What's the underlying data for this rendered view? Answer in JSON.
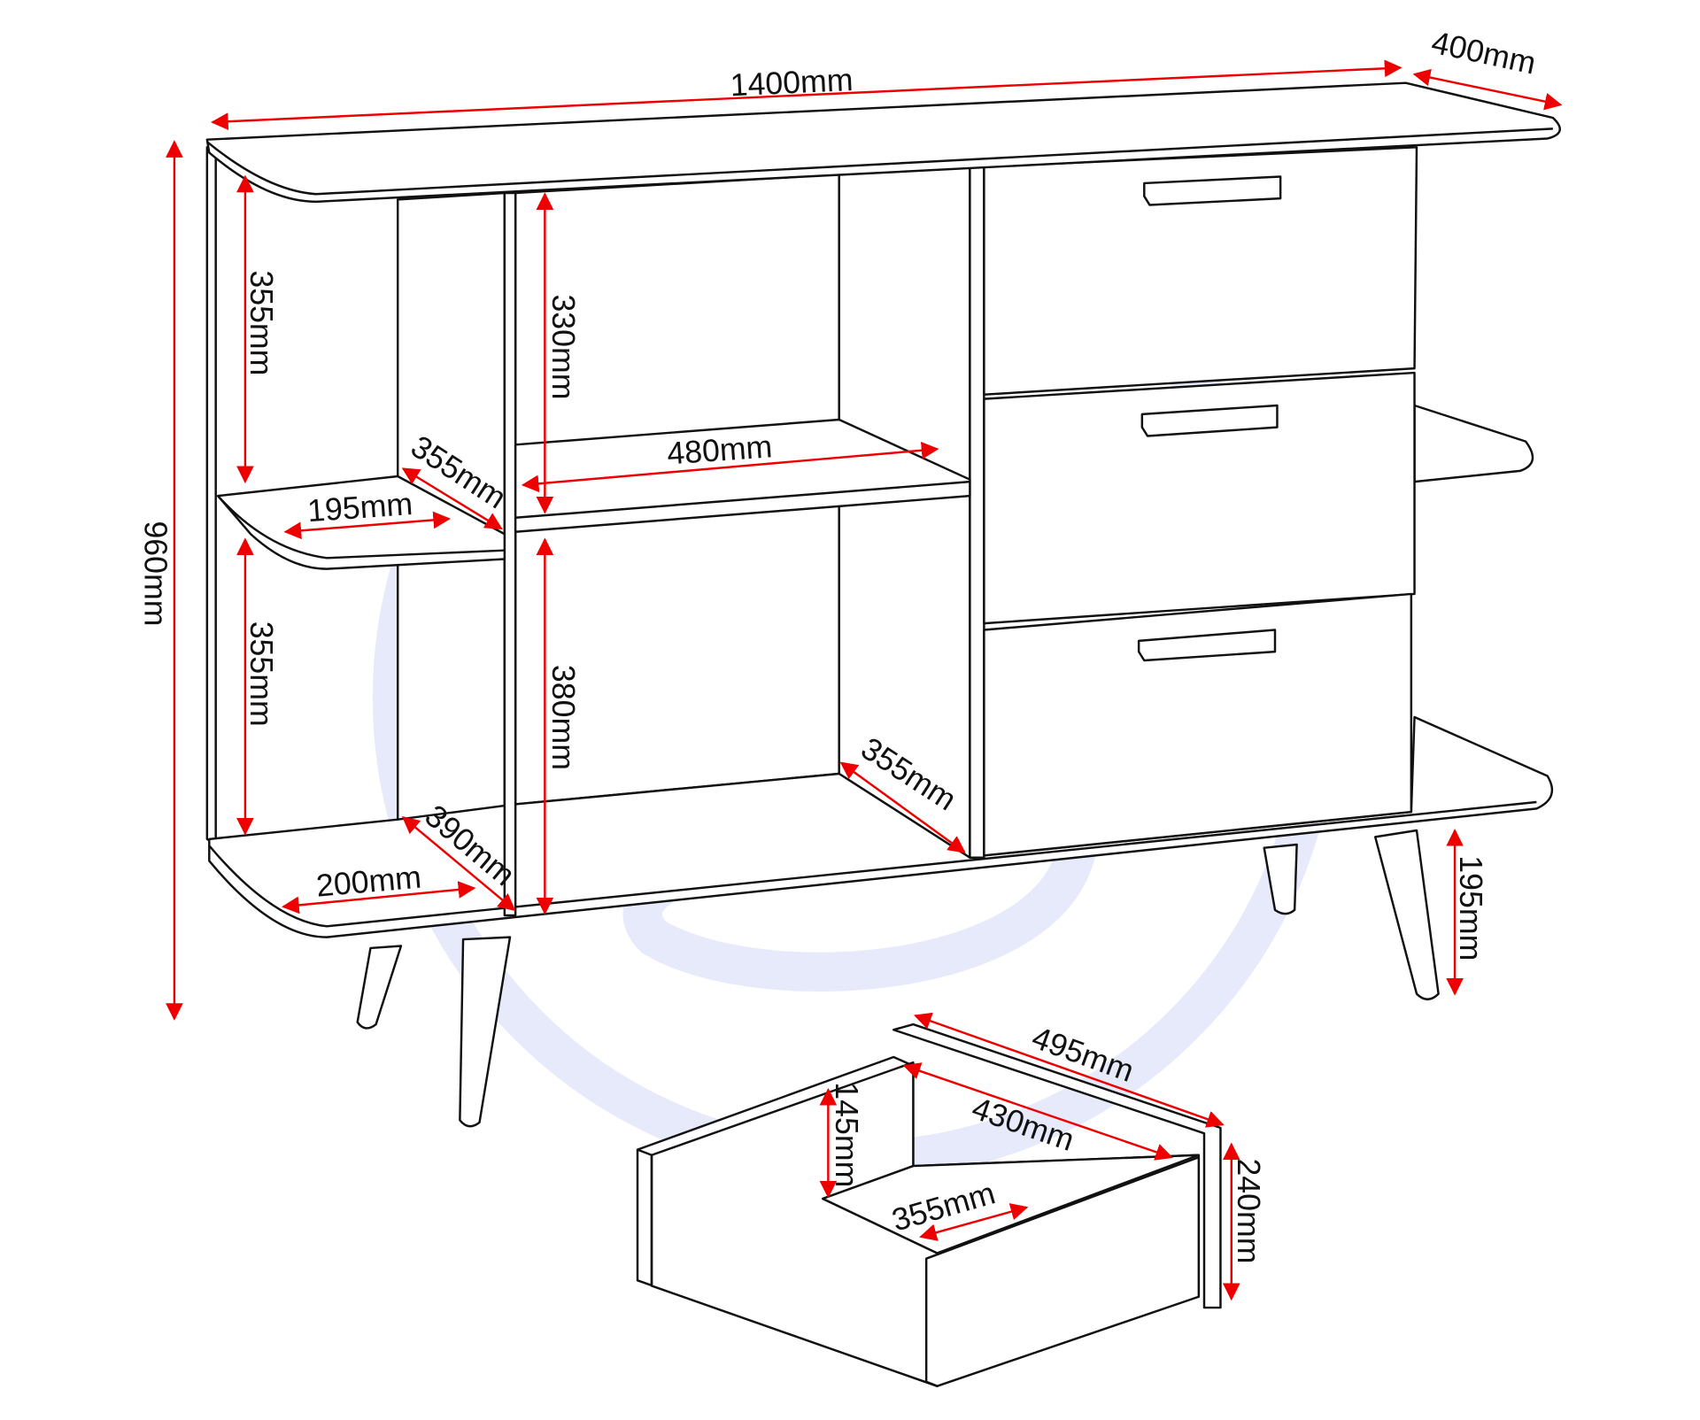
{
  "diagram": {
    "colors": {
      "dimension": "#e00000",
      "outline": "#111111",
      "watermark": "#e6eafb"
    },
    "dimensions": {
      "width": "1400mm",
      "depth": "400mm",
      "height": "960mm",
      "left_upper_height": "355mm",
      "left_lower_height": "355mm",
      "left_shelf_width": "195mm",
      "left_shelf_depth": "355mm",
      "bottom_left_width": "200mm",
      "bottom_left_depth": "390mm",
      "center_upper_height": "330mm",
      "center_lower_height": "380mm",
      "center_width": "480mm",
      "center_depth": "355mm",
      "leg_height": "195mm",
      "drawer_front_width": "495mm",
      "drawer_inner_depth": "430mm",
      "drawer_inner_height": "145mm",
      "drawer_inner_width": "355mm",
      "drawer_front_height": "240mm"
    }
  }
}
